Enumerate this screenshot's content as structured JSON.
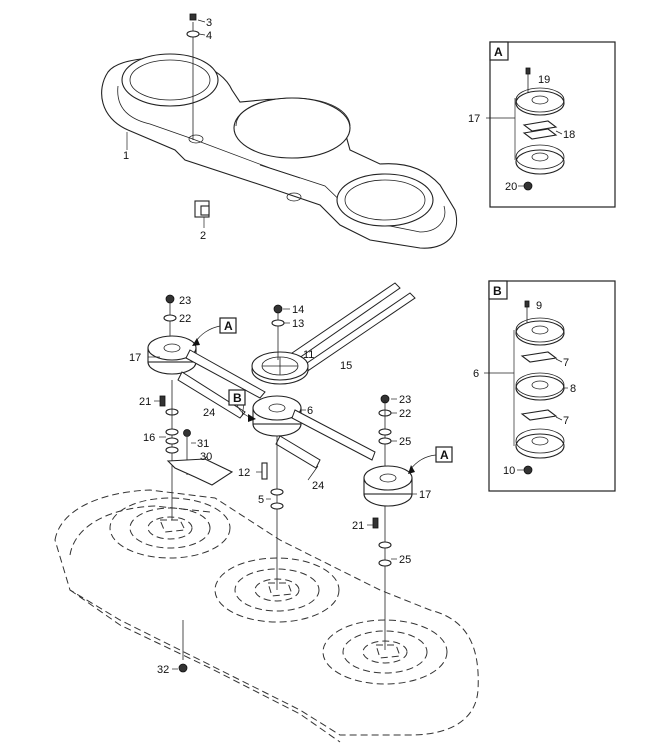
{
  "detail_boxes": {
    "A": {
      "letter": "A",
      "labels": {
        "p19": "19",
        "p17": "17",
        "p18": "18",
        "p20": "20"
      }
    },
    "B": {
      "letter": "B",
      "labels": {
        "p9": "9",
        "p6": "6",
        "p7a": "7",
        "p8": "8",
        "p7b": "7",
        "p10": "10"
      }
    }
  },
  "callouts": {
    "p3": "3",
    "p4": "4",
    "p1": "1",
    "p2": "2",
    "p23a": "23",
    "p22a": "22",
    "p17a": "17",
    "p21a": "21",
    "p24a": "24",
    "p16": "16",
    "p31": "31",
    "p30": "30",
    "p14": "14",
    "p13": "13",
    "p11": "11",
    "p15": "15",
    "p6": "6",
    "p12": "12",
    "p24b": "24",
    "p5": "5",
    "p23b": "23",
    "p22b": "22",
    "p25a": "25",
    "p17b": "17",
    "p21b": "21",
    "p25b": "25",
    "p32": "32"
  },
  "arrow_tags": {
    "a1": "A",
    "b1": "B",
    "a2": "A"
  }
}
